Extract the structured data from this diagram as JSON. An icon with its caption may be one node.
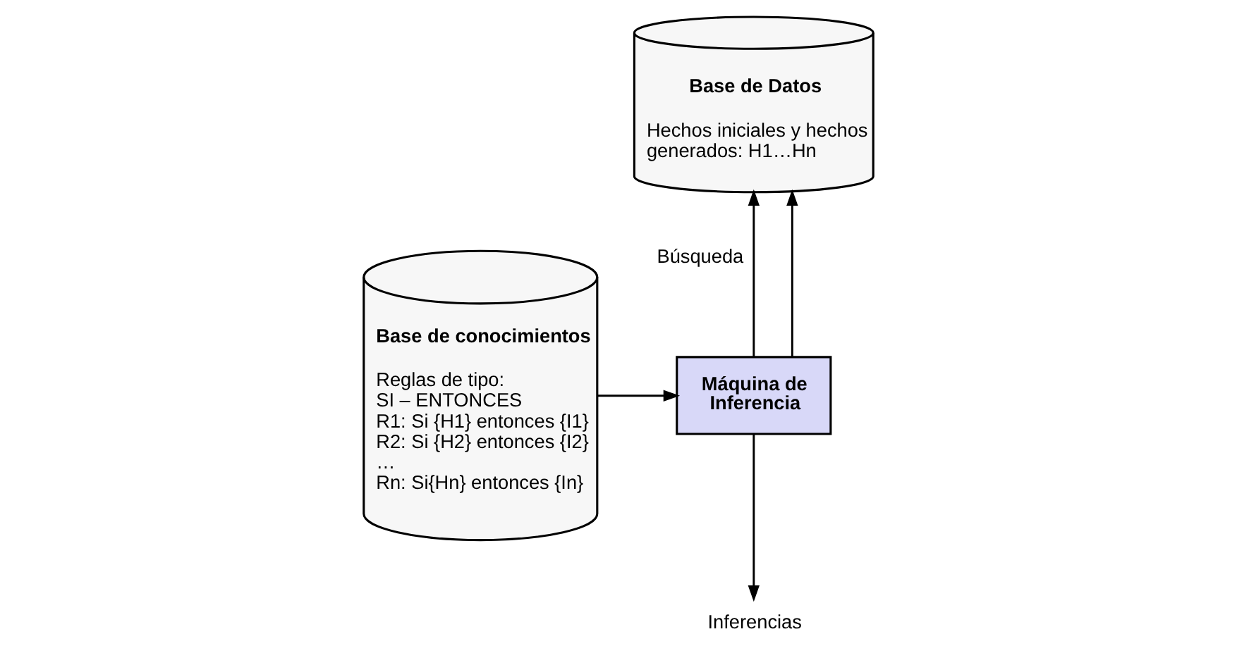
{
  "diagram": {
    "nodes": [
      {
        "text": [
          "Base de Datos",
          "Hechos iniciales y hechos generados: H1…Hn"
        ]
      },
      {
        "text": [
          "Base de conocimientos",
          "Reglas de tipo:",
          "SI – ENTONCES",
          "R1: Si {H1} entonces {I1}",
          "R2: Si {H2} entonces {I2}",
          "…",
          "Rn: Si{Hn} entonces {In}"
        ]
      },
      {
        "text": [
          "Máquina de Inferencia"
        ]
      },
      {
        "text": [
          "Inferencias"
        ]
      }
    ],
    "edges": [
      {
        "from": 1,
        "to": 2,
        "arrow": "to"
      },
      {
        "from": 2,
        "to": 0,
        "arrow": "to",
        "label": "Búsqueda"
      },
      {
        "from": 2,
        "to": 3,
        "arrow": "to"
      },
      {
        "from": 2,
        "to": 0,
        "arrow": "to"
      }
    ]
  }
}
